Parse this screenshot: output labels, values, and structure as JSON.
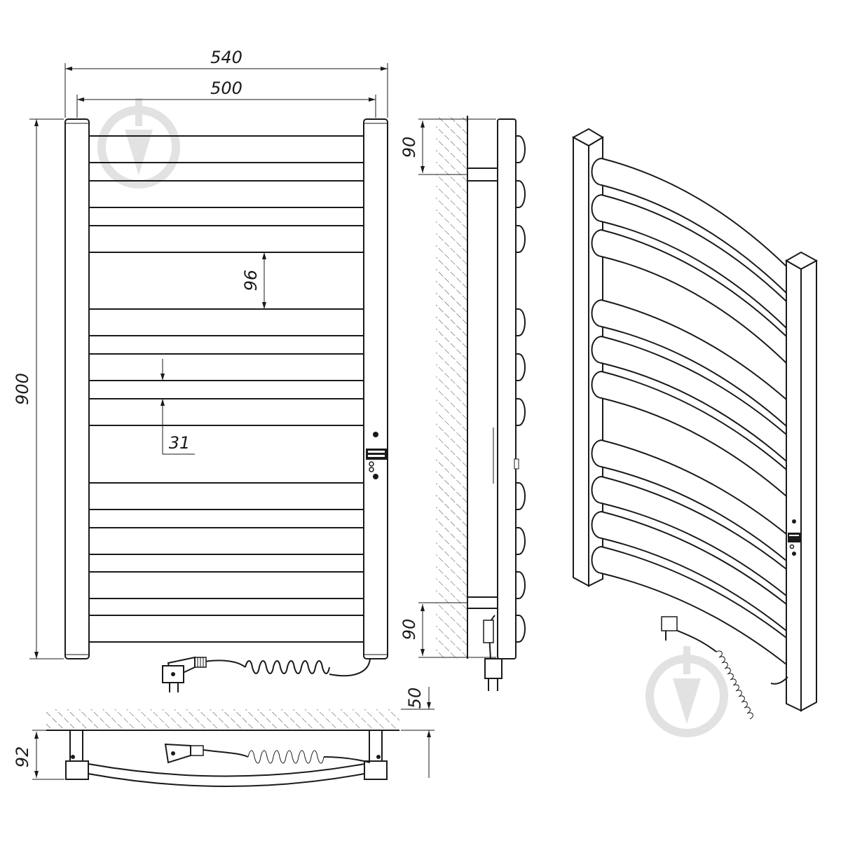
{
  "dimensions": {
    "overall_width": "540",
    "axis_width": "500",
    "height": "900",
    "bar_gap": "96",
    "bar_thickness": "31",
    "wall_offset_top": "90",
    "wall_offset_bottom": "90",
    "wall_distance": "50",
    "depth": "92"
  },
  "colors": {
    "line": "#1a1a1a",
    "watermark": "#e2e2e2",
    "background": "#ffffff"
  },
  "icons": [
    "watermark-logo-icon",
    "plug-icon",
    "control-panel-icon"
  ],
  "views": [
    "front-view",
    "side-view",
    "top-view",
    "isometric-view"
  ]
}
